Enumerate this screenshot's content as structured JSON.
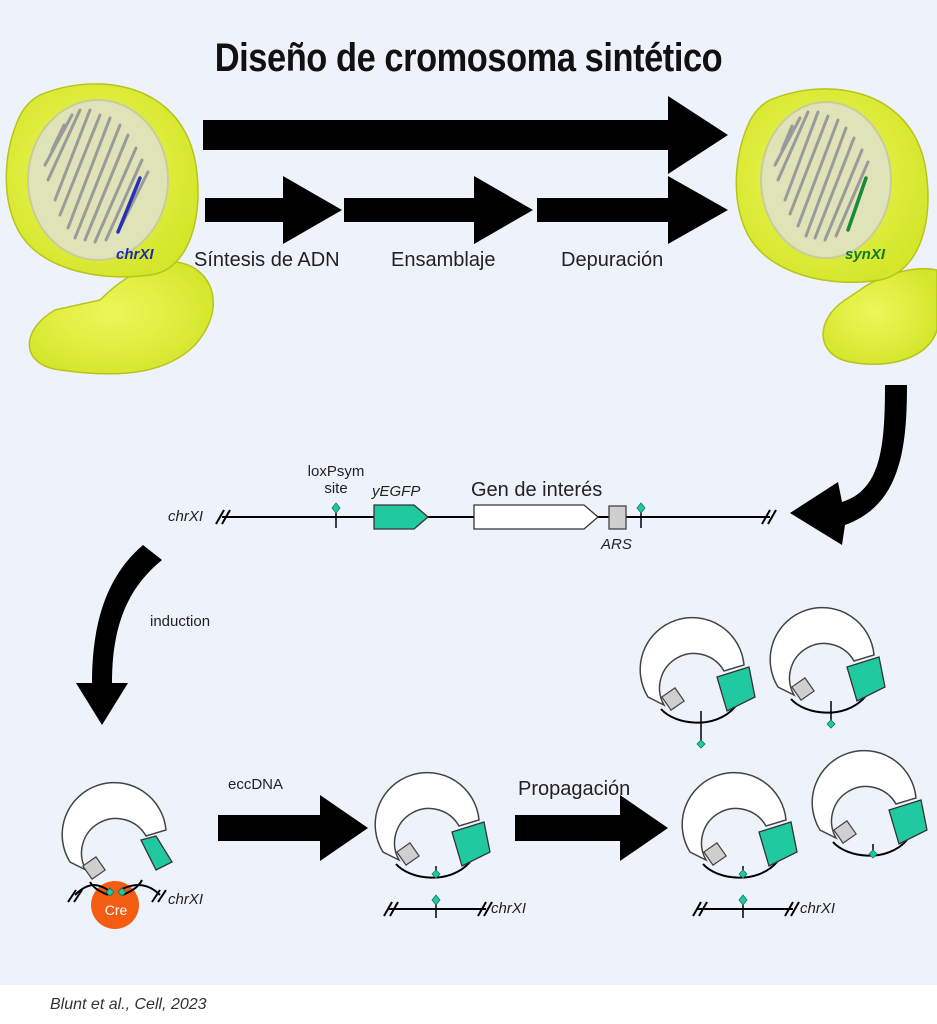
{
  "title": "Diseño de cromosoma sintético",
  "cells": {
    "native_label": "chrXI",
    "synthetic_label": "synXI"
  },
  "steps": {
    "synthesis": "Síntesis de ADN",
    "assembly": "Ensamblaje",
    "debugging": "Depuración"
  },
  "construct": {
    "chromosome_label": "chrXI",
    "loxpsym_line1": "loxPsym",
    "loxpsym_line2": "site",
    "reporter": "yEGFP",
    "gene_of_interest": "Gen de interés",
    "origin": "ARS"
  },
  "process": {
    "induction": "induction",
    "recombinase": "Cre",
    "recombination_chromosome": "chrXI",
    "eccdna": "eccDNA",
    "eccdna_chromosome": "chrXI",
    "propagation": "Propagación",
    "propagation_chromosome": "chrXI"
  },
  "credit": "Blunt et al., Cell, 2023",
  "colors": {
    "cell_yellow": "#e6f53c",
    "nucleus": "#dfe3b8",
    "native_chromosome": "#2a2fb8",
    "synthetic_chromosome": "#1a8a3a",
    "reporter_teal": "#21c9a0",
    "cre_orange": "#f45c12",
    "arrow": "#000000"
  }
}
